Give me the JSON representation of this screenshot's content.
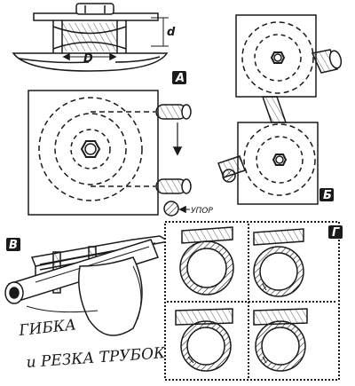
{
  "figure": {
    "dimension_label": "D",
    "small_dimension_label": "d",
    "panel_a": {
      "label": "А"
    },
    "panel_b": {
      "label": "Б"
    },
    "panel_v": {
      "label": "В"
    },
    "panel_g": {
      "label": "Г"
    },
    "stop_label": "УПОР",
    "caption_line1": "ГИБКА",
    "caption_line2": "и РЕЗКА ТРУБОК"
  },
  "colors": {
    "ink": "#1a1a1a",
    "paper": "#ffffff"
  },
  "icons": [
    "bolt-nut-icon",
    "arrow-down-icon",
    "pipe-icon",
    "roller-icon"
  ]
}
